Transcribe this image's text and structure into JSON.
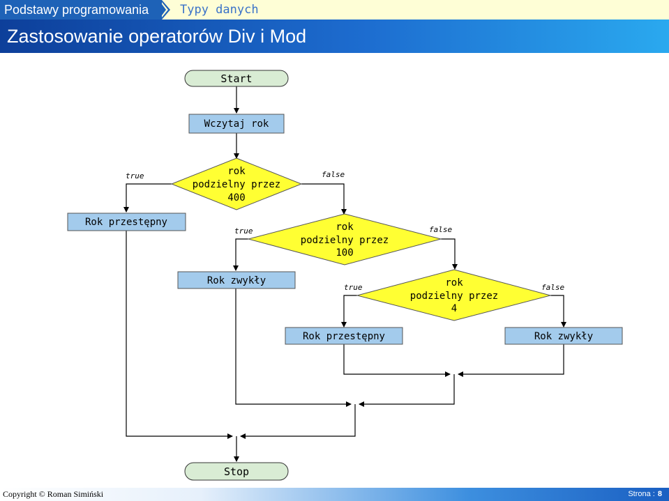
{
  "header": {
    "section": "Podstawy programowania",
    "subsection": "Typy danych",
    "title": "Zastosowanie operatorów Div i Mod"
  },
  "flowchart": {
    "start": "Start",
    "input": "Wczytaj rok",
    "cond1": {
      "lines": [
        "rok",
        "podzielny przez",
        "400"
      ],
      "true_label": "true",
      "false_label": "false"
    },
    "cond2": {
      "lines": [
        "rok",
        "podzielny przez",
        "100"
      ],
      "true_label": "true",
      "false_label": "false"
    },
    "cond3": {
      "lines": [
        "rok",
        "podzielny przez",
        "4"
      ],
      "true_label": "true",
      "false_label": "false"
    },
    "leap_1": "Rok przestępny",
    "common_1": "Rok zwykły",
    "leap_2": "Rok przestępny",
    "common_2": "Rok zwykły",
    "stop": "Stop"
  },
  "footer": {
    "copyright": "Copyright © Roman Simiński",
    "page_label": "Strona :",
    "page_number": "8"
  },
  "colors": {
    "decision_fill": "#ffff33",
    "io_fill": "#a3cbec",
    "terminator_fill": "#d9ecd4",
    "header_blue": "#1e62b7"
  }
}
